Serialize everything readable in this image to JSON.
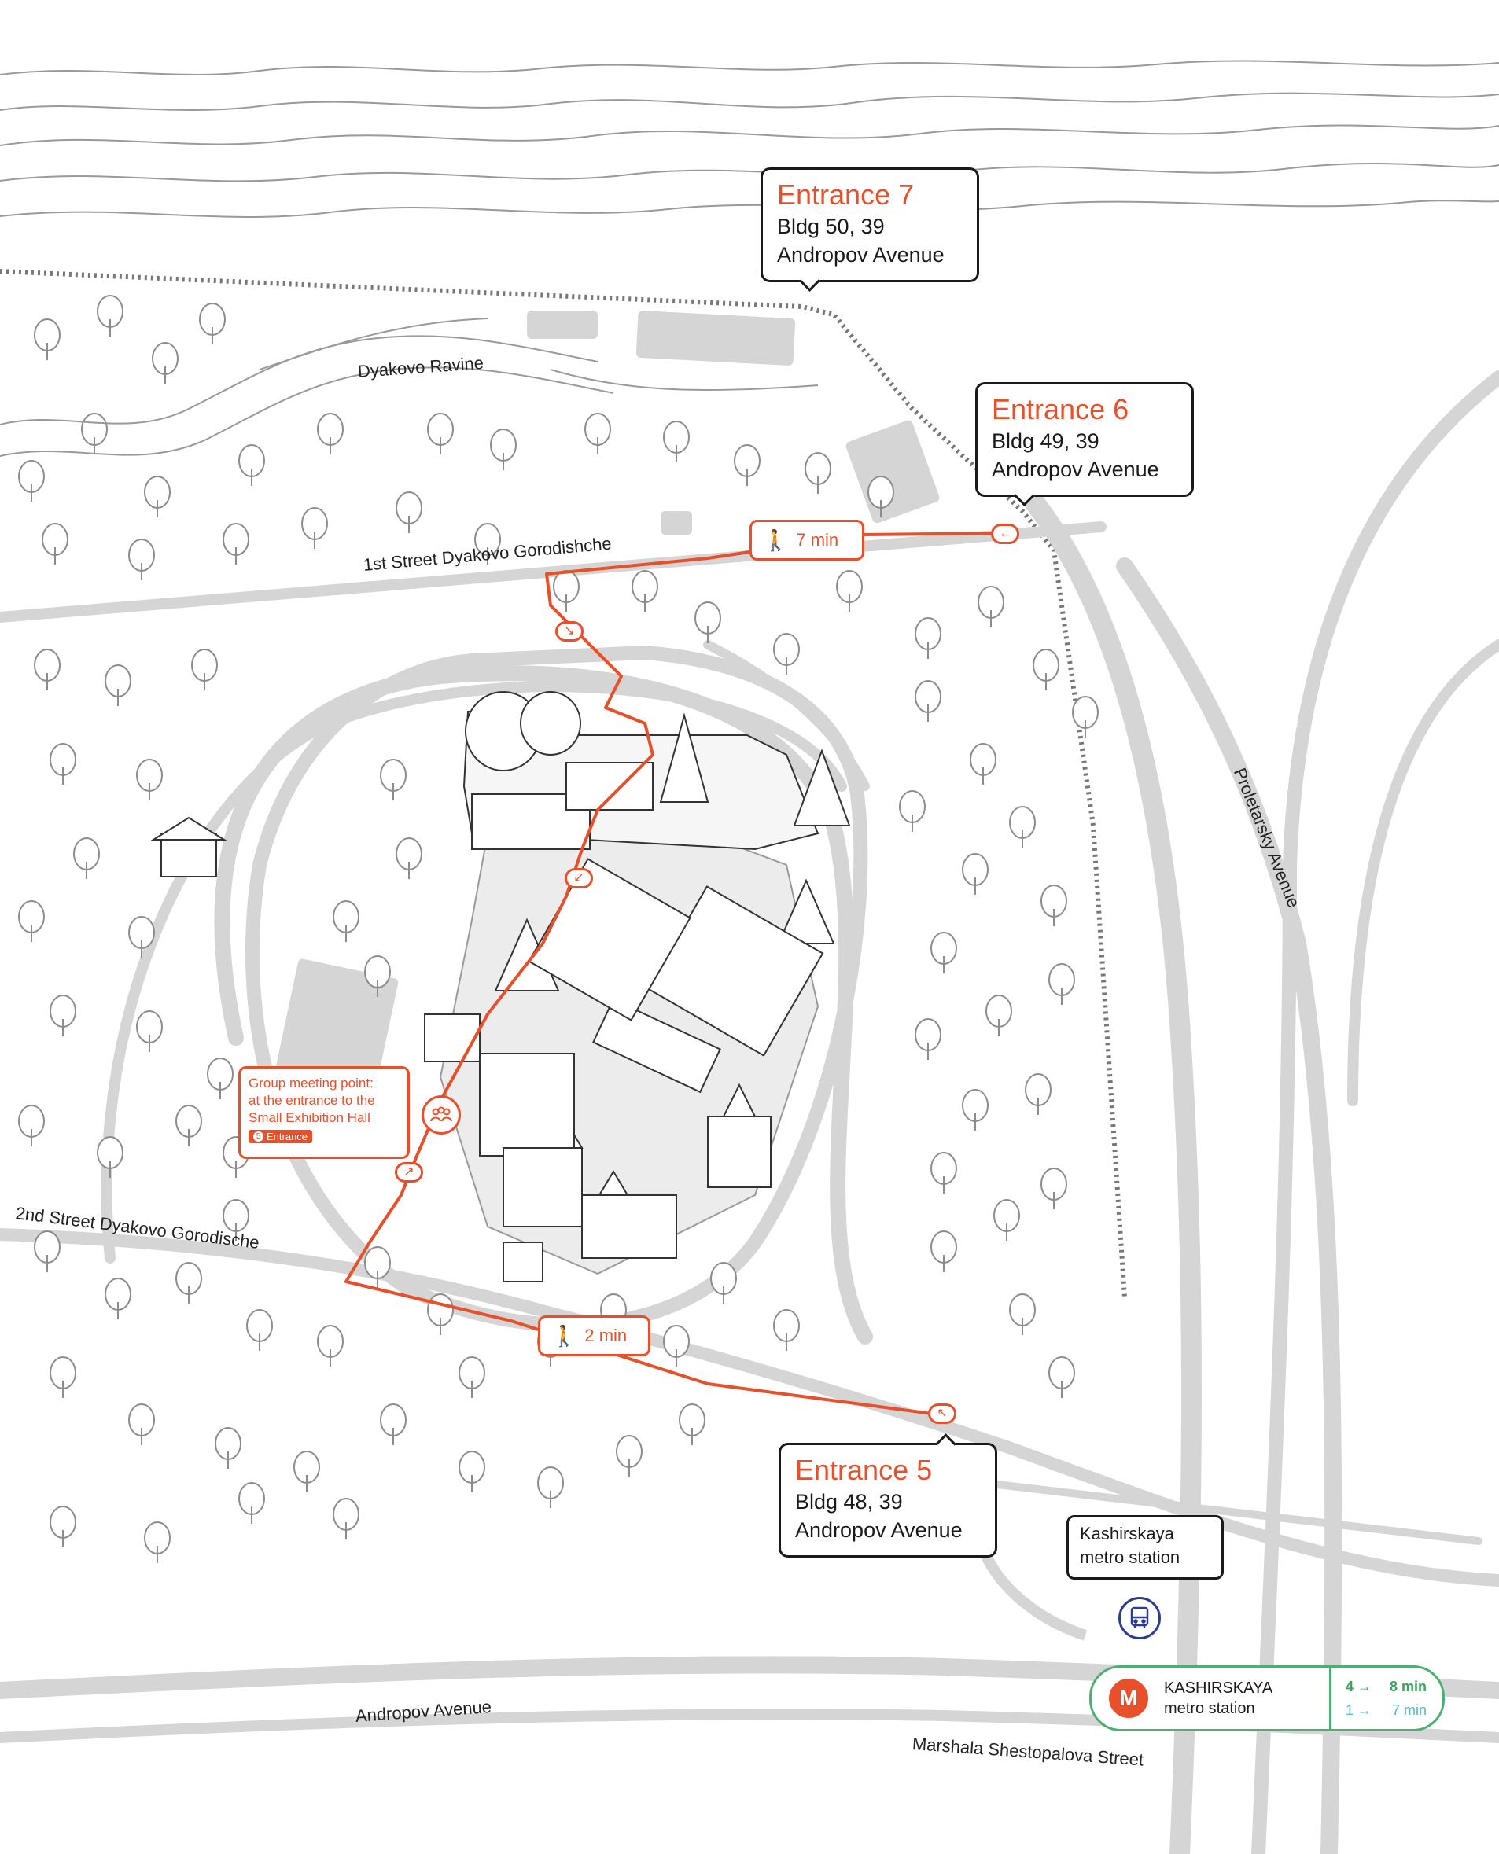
{
  "map_labels": {
    "ravine": "Dyakovo Ravine",
    "street1": "1st Street Dyakovo Gorodishche",
    "street2": "2nd Street Dyakovo Gorodische",
    "avenue_proletarsky": "Proletarsky Avenue",
    "avenue_andropov": "Andropov Avenue",
    "street_marshala": "Marshala Shestopalova Street"
  },
  "entrances": [
    {
      "title": "Entrance 7",
      "line1": "Bldg 50, 39",
      "line2": "Andropov Avenue"
    },
    {
      "title": "Entrance 6",
      "line1": "Bldg 49, 39",
      "line2": "Andropov Avenue"
    },
    {
      "title": "Entrance 5",
      "line1": "Bldg 48, 39",
      "line2": "Andropov Avenue"
    }
  ],
  "walks": [
    {
      "time": "7 min"
    },
    {
      "time": "2 min"
    }
  ],
  "meeting_point": {
    "line1": "Group meeting point:",
    "line2": "at the entrance to the",
    "line3": "Small Exhibition Hall",
    "tag_number": "5",
    "tag_label": "Entrance"
  },
  "metro_station_callout": {
    "line1": "Kashirskaya",
    "line2": "metro station"
  },
  "metro_card": {
    "logo": "M",
    "name": "KASHIRSKAYA",
    "subtitle": "metro station",
    "rows": [
      {
        "label": "4 →",
        "time": "8 min"
      },
      {
        "label": "1 →",
        "time": "7 min"
      }
    ]
  },
  "colors": {
    "route": "#e8502b",
    "road": "#d5d5d5",
    "line": "#555555",
    "metro_green": "#4caf73",
    "bus_blue": "#2b3d8f"
  },
  "icons": [
    "walking-person-icon",
    "group-icon",
    "metro-icon",
    "bus-icon",
    "arrow-icon"
  ]
}
